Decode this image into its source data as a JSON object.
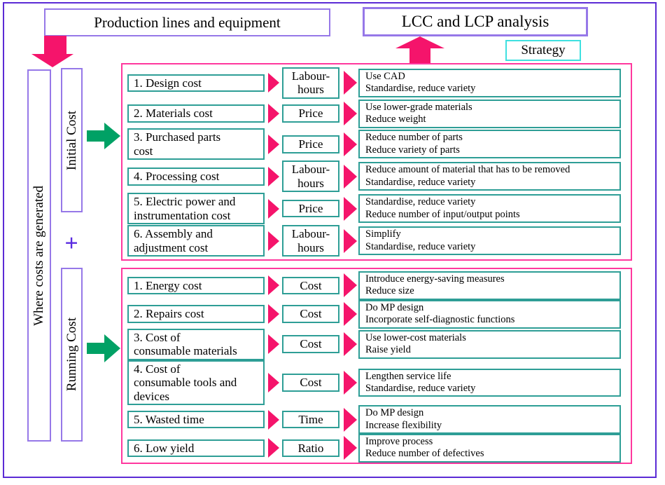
{
  "colors": {
    "outer_border": "#5B2BD5",
    "title_box_border": "#9678E8",
    "section_border_pink": "#FF389E",
    "arrow_pink": "#F5146B",
    "arrow_green": "#00A165",
    "item_box_border_teal": "#2E9E96",
    "strategy_label_border_cyan": "#3FE0E0",
    "plus_sign": "#5A2BE0"
  },
  "top": {
    "production": "Production lines and equipment",
    "lcc": "LCC and LCP analysis",
    "strategy": "Strategy"
  },
  "left": {
    "where": "Where costs are generated",
    "initial": "Initial Cost",
    "plus": "+",
    "running": "Running Cost"
  },
  "initial": {
    "rows": [
      {
        "i1": "1. Design cost",
        "m1": "Labour-",
        "m2": "hours",
        "s1": "Use CAD",
        "s2": "Standardise, reduce variety"
      },
      {
        "i1": "2. Materials cost",
        "m1": "Price",
        "s1": "Use lower-grade materials",
        "s2": "Reduce weight"
      },
      {
        "i1": "3. Purchased parts",
        "i2": "cost",
        "m1": "Price",
        "s1": "Reduce number of parts",
        "s2": "Reduce variety of parts"
      },
      {
        "i1": "4. Processing cost",
        "m1": "Labour-",
        "m2": "hours",
        "s1": "Reduce amount of material that has to be removed",
        "s2": "Standardise, reduce variety"
      },
      {
        "i1": "5. Electric power and",
        "i2": "instrumentation cost",
        "m1": "Price",
        "s1": "Standardise, reduce variety",
        "s2": "Reduce number of input/output points"
      },
      {
        "i1": "6. Assembly and",
        "i2": "adjustment cost",
        "m1": "Labour-",
        "m2": "hours",
        "s1": "Simplify",
        "s2": "Standardise, reduce variety"
      }
    ]
  },
  "running": {
    "rows": [
      {
        "i1": "1. Energy cost",
        "m1": "Cost",
        "s1": "Introduce energy-saving measures",
        "s2": "Reduce size"
      },
      {
        "i1": "2. Repairs cost",
        "m1": "Cost",
        "s1": "Do MP design",
        "s2": "Incorporate self-diagnostic functions"
      },
      {
        "i1": "3. Cost of",
        "i2": "consumable materials",
        "m1": "Cost",
        "s1": "Use lower-cost materials",
        "s2": "Raise yield"
      },
      {
        "i1": "4. Cost of",
        "i2": "consumable tools and",
        "i3": "devices",
        "m1": "Cost",
        "s1": "Lengthen service life",
        "s2": "Standardise, reduce variety"
      },
      {
        "i1": "5. Wasted time",
        "m1": "Time",
        "s1": "Do MP design",
        "s2": "Increase flexibility"
      },
      {
        "i1": "6. Low yield",
        "m1": "Ratio",
        "s1": "Improve process",
        "s2": "Reduce number of defectives"
      }
    ]
  }
}
